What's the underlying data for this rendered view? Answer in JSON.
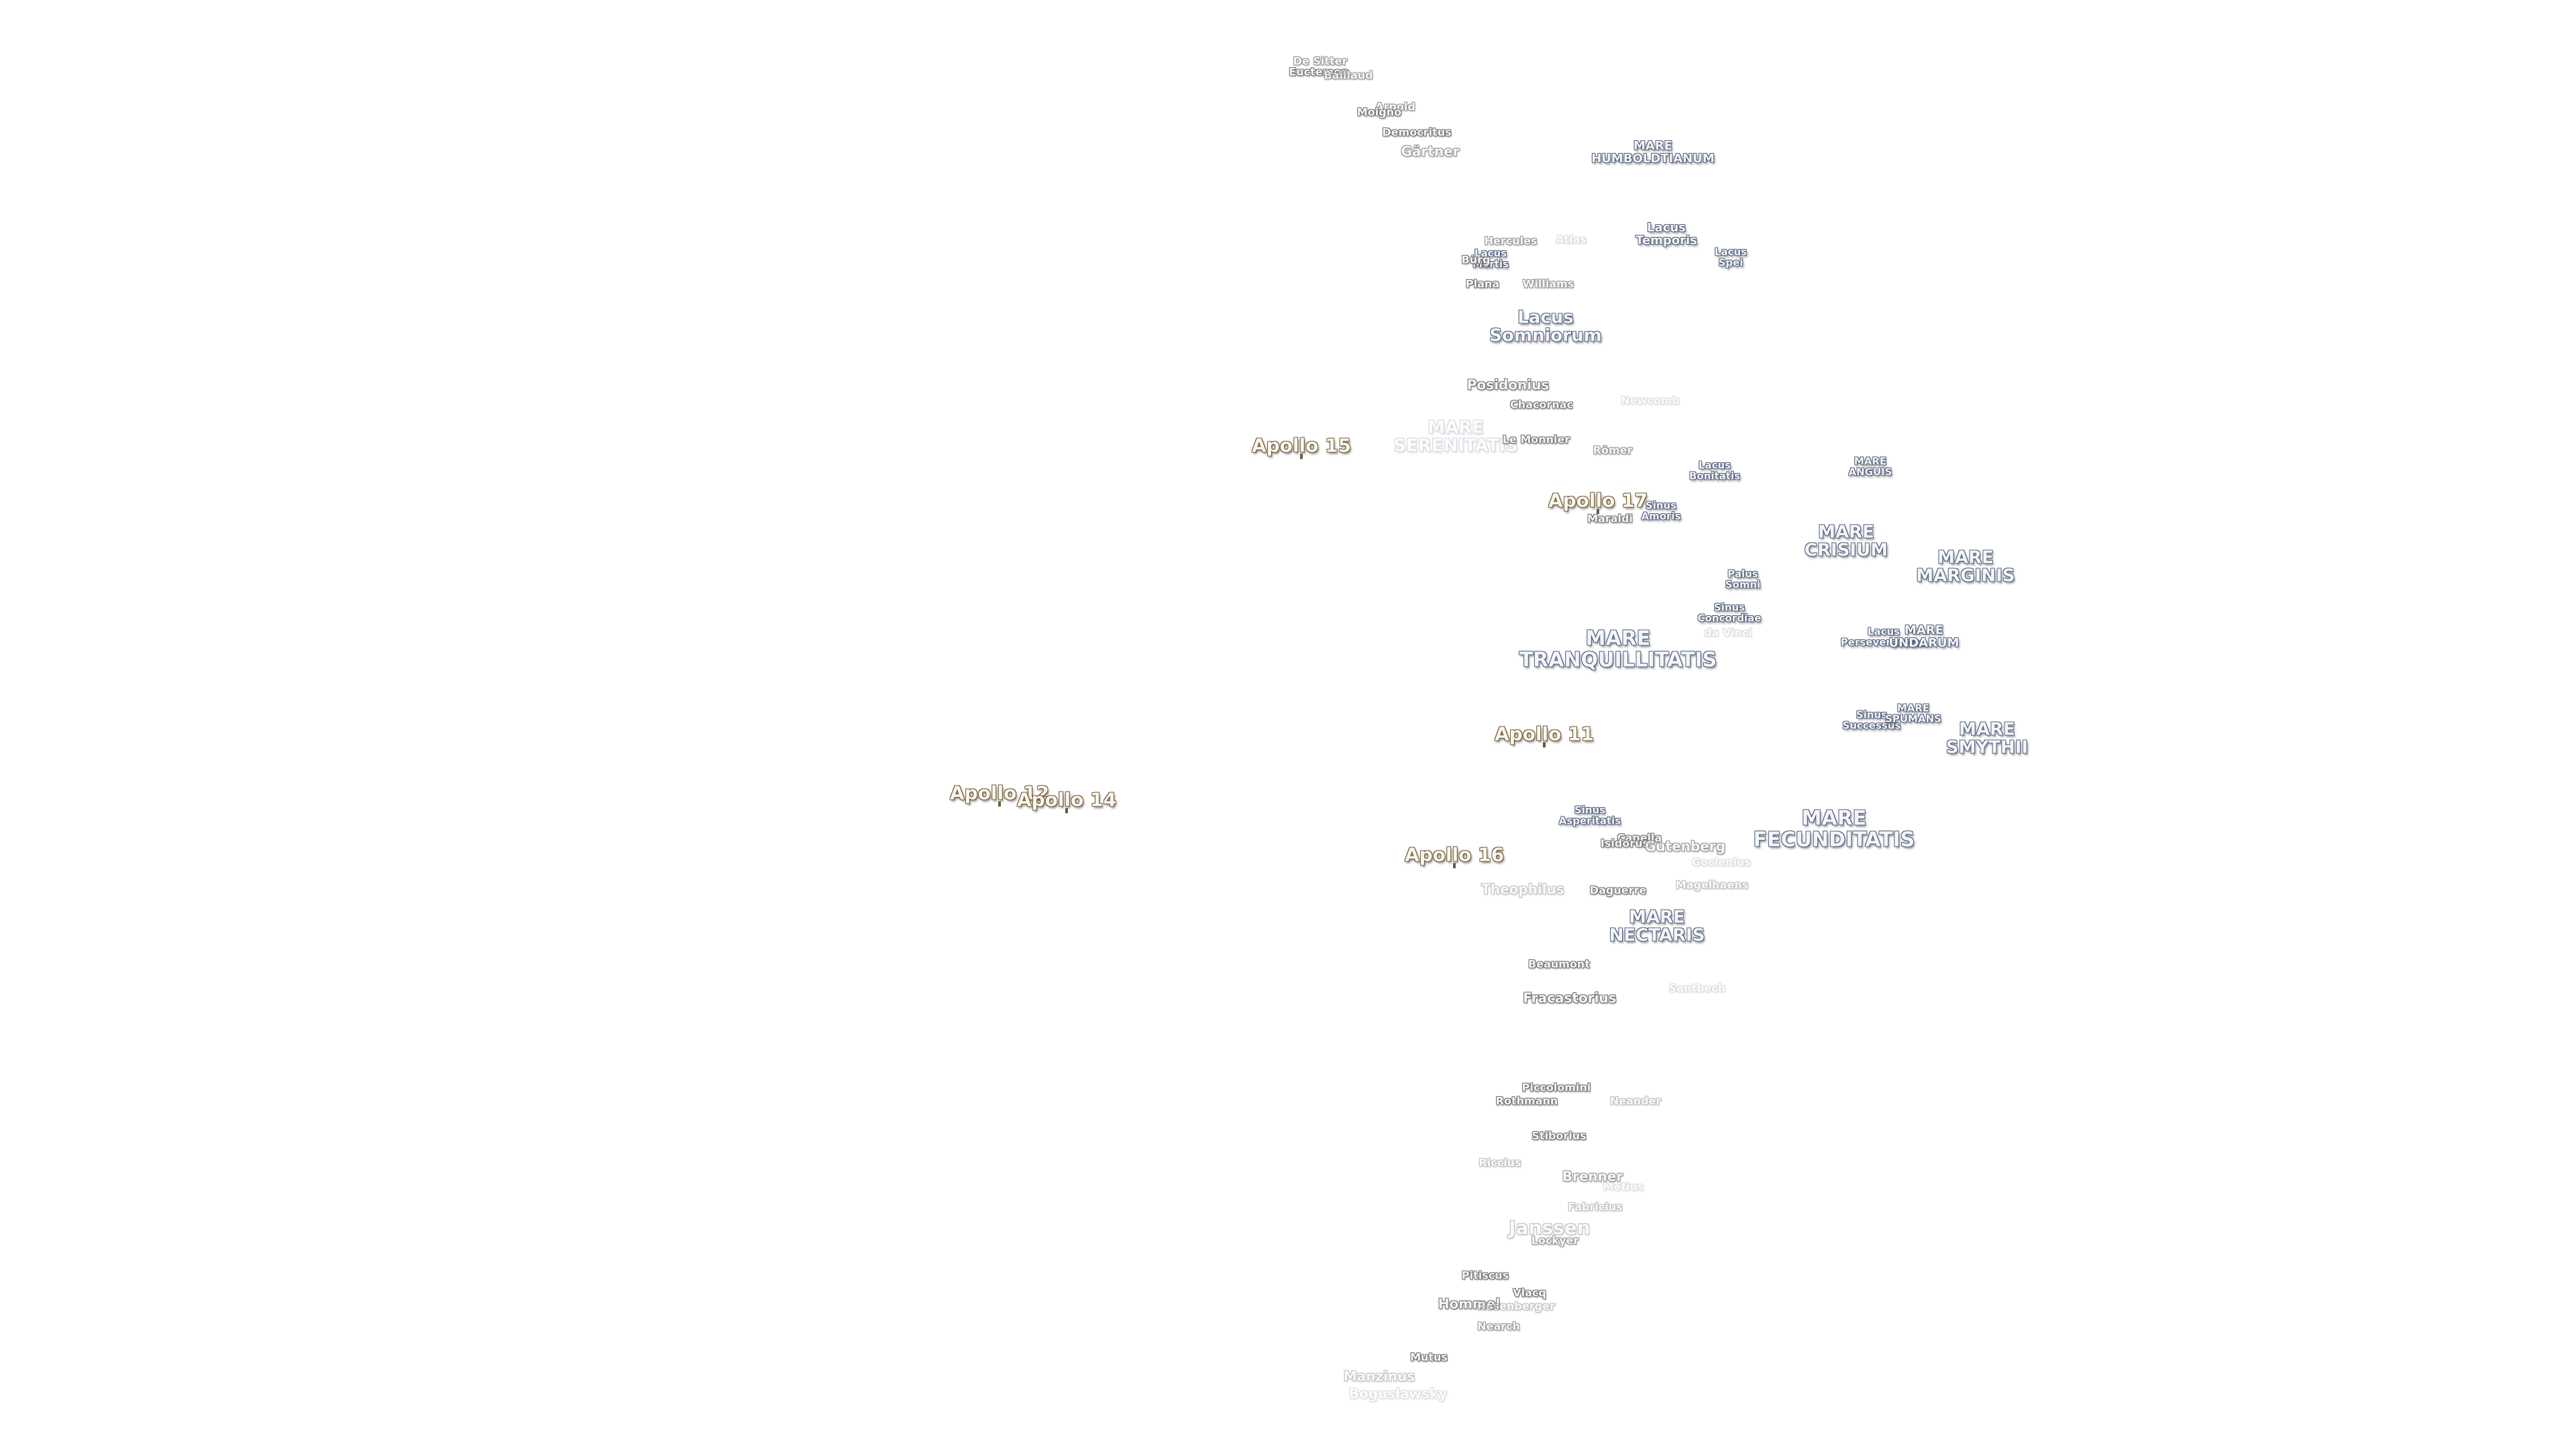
{
  "labels": [
    {
      "id": "de-sitter",
      "kind": "crater",
      "lines": [
        "De Sitter"
      ],
      "cls": "f1"
    },
    {
      "id": "euctemon",
      "kind": "crater",
      "lines": [
        "Euctemon"
      ],
      "cls": ""
    },
    {
      "id": "baillaud",
      "kind": "crater",
      "lines": [
        "Baillaud"
      ],
      "cls": "f1"
    },
    {
      "id": "arnold",
      "kind": "crater",
      "lines": [
        "Arnold"
      ],
      "cls": "f1"
    },
    {
      "id": "moigno",
      "kind": "crater",
      "lines": [
        "Moigno"
      ],
      "cls": ""
    },
    {
      "id": "democritus",
      "kind": "crater",
      "lines": [
        "Democritus"
      ],
      "cls": ""
    },
    {
      "id": "gartner",
      "kind": "crater",
      "lines": [
        "Gärtner"
      ],
      "cls": "md f1"
    },
    {
      "id": "mare-humboldtianum",
      "kind": "mare",
      "lines": [
        "MARE",
        "HUMBOLDTIANUM"
      ],
      "cls": "sm"
    },
    {
      "id": "lacus-temporis",
      "kind": "mare",
      "lines": [
        "Lacus",
        "Temporis"
      ],
      "cls": "sm"
    },
    {
      "id": "hercules",
      "kind": "crater",
      "lines": [
        "Hercules"
      ],
      "cls": "f1"
    },
    {
      "id": "atlas",
      "kind": "crater",
      "lines": [
        "Atlas"
      ],
      "cls": "f3"
    },
    {
      "id": "lacus-mortis",
      "kind": "mare",
      "lines": [
        "Lacus",
        "Mortis"
      ],
      "cls": "xs"
    },
    {
      "id": "burg",
      "kind": "crater",
      "lines": [
        "Bürg"
      ],
      "cls": ""
    },
    {
      "id": "lacus-spei",
      "kind": "mare",
      "lines": [
        "Lacus",
        "Spei"
      ],
      "cls": "xs"
    },
    {
      "id": "plana",
      "kind": "crater",
      "lines": [
        "Plana"
      ],
      "cls": ""
    },
    {
      "id": "williams",
      "kind": "crater",
      "lines": [
        "Williams"
      ],
      "cls": "f1"
    },
    {
      "id": "lacus-somniorum",
      "kind": "mare",
      "lines": [
        "Lacus",
        "Somniorum"
      ],
      "cls": ""
    },
    {
      "id": "posidonius",
      "kind": "crater",
      "lines": [
        "Posidonius"
      ],
      "cls": "md"
    },
    {
      "id": "chacornac",
      "kind": "crater",
      "lines": [
        "Chacornac"
      ],
      "cls": ""
    },
    {
      "id": "newcomb",
      "kind": "crater",
      "lines": [
        "Newcomb"
      ],
      "cls": "f3"
    },
    {
      "id": "mare-serenitatis",
      "kind": "mare",
      "lines": [
        "MARE",
        "SERENITATIS"
      ],
      "cls": "faded"
    },
    {
      "id": "le-monnier",
      "kind": "crater",
      "lines": [
        "Le Monnier"
      ],
      "cls": ""
    },
    {
      "id": "romer",
      "kind": "crater",
      "lines": [
        "Römer"
      ],
      "cls": "f1"
    },
    {
      "id": "apollo-15",
      "kind": "apollo",
      "lines": [
        "Apollo 15"
      ],
      "cls": ""
    },
    {
      "id": "lacus-bonitatis",
      "kind": "mare",
      "lines": [
        "Lacus",
        "Bonitatis"
      ],
      "cls": "xs"
    },
    {
      "id": "mare-anguis",
      "kind": "mare",
      "lines": [
        "MARE",
        "ANGUIS"
      ],
      "cls": "xs"
    },
    {
      "id": "apollo-17",
      "kind": "apollo",
      "lines": [
        "Apollo 17"
      ],
      "cls": ""
    },
    {
      "id": "sinus-amoris",
      "kind": "mare",
      "lines": [
        "Sinus",
        "Amoris"
      ],
      "cls": "xs"
    },
    {
      "id": "maraldi",
      "kind": "crater",
      "lines": [
        "Maraldi"
      ],
      "cls": ""
    },
    {
      "id": "mare-crisium",
      "kind": "mare",
      "lines": [
        "MARE",
        "CRISIUM"
      ],
      "cls": ""
    },
    {
      "id": "mare-marginis",
      "kind": "mare",
      "lines": [
        "MARE",
        "MARGINIS"
      ],
      "cls": ""
    },
    {
      "id": "palus-somni",
      "kind": "mare",
      "lines": [
        "Palus",
        "Somni"
      ],
      "cls": "xs"
    },
    {
      "id": "sinus-concordiae",
      "kind": "mare",
      "lines": [
        "Sinus",
        "Concordiae"
      ],
      "cls": "xs"
    },
    {
      "id": "da-vinci",
      "kind": "crater",
      "lines": [
        "da Vinci"
      ],
      "cls": "f3"
    },
    {
      "id": "mare-tranquillitatis",
      "kind": "mare",
      "lines": [
        "MARE",
        "TRANQUILLITATIS"
      ],
      "cls": "big"
    },
    {
      "id": "lacus-perseverantiae",
      "kind": "mare",
      "lines": [
        "Lacus",
        "Perseverantiae"
      ],
      "cls": "xs"
    },
    {
      "id": "mare-undarum",
      "kind": "mare",
      "lines": [
        "MARE",
        "UNDARUM"
      ],
      "cls": "sm"
    },
    {
      "id": "sinus-successus",
      "kind": "mare",
      "lines": [
        "Sinus",
        "Successus"
      ],
      "cls": "xs"
    },
    {
      "id": "mare-spumans",
      "kind": "mare",
      "lines": [
        "MARE",
        "SPUMANS"
      ],
      "cls": "xs"
    },
    {
      "id": "mare-smythii",
      "kind": "mare",
      "lines": [
        "MARE",
        "SMYTHII"
      ],
      "cls": ""
    },
    {
      "id": "apollo-11",
      "kind": "apollo",
      "lines": [
        "Apollo 11"
      ],
      "cls": ""
    },
    {
      "id": "apollo-12",
      "kind": "apollo",
      "lines": [
        "Apollo 12"
      ],
      "cls": ""
    },
    {
      "id": "apollo-14",
      "kind": "apollo",
      "lines": [
        "Apollo 14"
      ],
      "cls": ""
    },
    {
      "id": "sinus-asperitatis",
      "kind": "mare",
      "lines": [
        "Sinus",
        "Asperitatis"
      ],
      "cls": "xs"
    },
    {
      "id": "mare-fecunditatis",
      "kind": "mare",
      "lines": [
        "MARE",
        "FECUNDITATIS"
      ],
      "cls": "big"
    },
    {
      "id": "capella",
      "kind": "crater",
      "lines": [
        "Capella"
      ],
      "cls": ""
    },
    {
      "id": "isidorus",
      "kind": "crater",
      "lines": [
        "Isidorus"
      ],
      "cls": ""
    },
    {
      "id": "gutenberg",
      "kind": "crater",
      "lines": [
        "Gutenberg"
      ],
      "cls": "md f1"
    },
    {
      "id": "goclenius",
      "kind": "crater",
      "lines": [
        "Goclenius"
      ],
      "cls": "f3"
    },
    {
      "id": "apollo-16",
      "kind": "apollo",
      "lines": [
        "Apollo 16"
      ],
      "cls": ""
    },
    {
      "id": "theophilus",
      "kind": "crater",
      "lines": [
        "Theophilus"
      ],
      "cls": "md f2"
    },
    {
      "id": "daguerre",
      "kind": "crater",
      "lines": [
        "Daguerre"
      ],
      "cls": ""
    },
    {
      "id": "magelhaens",
      "kind": "crater",
      "lines": [
        "Magelhaens"
      ],
      "cls": "f2"
    },
    {
      "id": "mare-nectaris",
      "kind": "mare",
      "lines": [
        "MARE",
        "NECTARIS"
      ],
      "cls": ""
    },
    {
      "id": "beaumont",
      "kind": "crater",
      "lines": [
        "Beaumont"
      ],
      "cls": ""
    },
    {
      "id": "fracastorius",
      "kind": "crater",
      "lines": [
        "Fracastorius"
      ],
      "cls": "md"
    },
    {
      "id": "santbech",
      "kind": "crater",
      "lines": [
        "Santbech"
      ],
      "cls": "f3"
    },
    {
      "id": "piccolomini",
      "kind": "crater",
      "lines": [
        "Piccolomini"
      ],
      "cls": ""
    },
    {
      "id": "rothmann",
      "kind": "crater",
      "lines": [
        "Rothmann"
      ],
      "cls": ""
    },
    {
      "id": "neander",
      "kind": "crater",
      "lines": [
        "Neander"
      ],
      "cls": "f2"
    },
    {
      "id": "stiborius",
      "kind": "crater",
      "lines": [
        "Stiborius"
      ],
      "cls": ""
    },
    {
      "id": "riccius",
      "kind": "crater",
      "lines": [
        "Riccius"
      ],
      "cls": "f2"
    },
    {
      "id": "brenner",
      "kind": "crater",
      "lines": [
        "Brenner"
      ],
      "cls": "md f1"
    },
    {
      "id": "metius",
      "kind": "crater",
      "lines": [
        "Metius"
      ],
      "cls": "f3"
    },
    {
      "id": "fabricius",
      "kind": "crater",
      "lines": [
        "Fabricius"
      ],
      "cls": "f2"
    },
    {
      "id": "janssen",
      "kind": "crater",
      "lines": [
        "Janssen"
      ],
      "cls": "lg f2"
    },
    {
      "id": "lockyer",
      "kind": "crater",
      "lines": [
        "Lockyer"
      ],
      "cls": "f1"
    },
    {
      "id": "pitiscus",
      "kind": "crater",
      "lines": [
        "Pitiscus"
      ],
      "cls": ""
    },
    {
      "id": "vlacq",
      "kind": "crater",
      "lines": [
        "Vlacq"
      ],
      "cls": ""
    },
    {
      "id": "hommel",
      "kind": "crater",
      "lines": [
        "Hommel"
      ],
      "cls": "md"
    },
    {
      "id": "rosenberger",
      "kind": "crater",
      "lines": [
        "Rosenberger"
      ],
      "cls": "f2"
    },
    {
      "id": "nearch",
      "kind": "crater",
      "lines": [
        "Nearch"
      ],
      "cls": "f1"
    },
    {
      "id": "mutus",
      "kind": "crater",
      "lines": [
        "Mutus"
      ],
      "cls": ""
    },
    {
      "id": "manzinus",
      "kind": "crater",
      "lines": [
        "Manzinus"
      ],
      "cls": "md f2"
    },
    {
      "id": "boguslawsky",
      "kind": "crater",
      "lines": [
        "Boguslawsky"
      ],
      "cls": "md f3"
    }
  ]
}
